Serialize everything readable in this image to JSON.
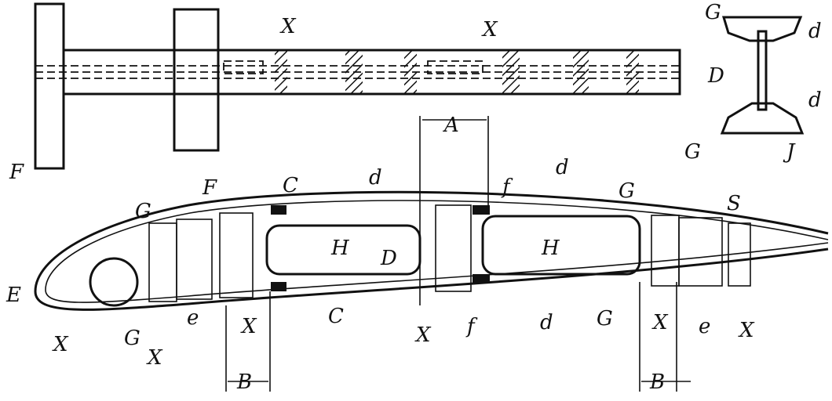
{
  "figure": {
    "labels": [
      "X",
      "X",
      "G",
      "d",
      "D",
      "d",
      "G",
      "J",
      "F",
      "F",
      "G",
      "C",
      "d",
      "f",
      "d",
      "G",
      "S",
      "H",
      "D",
      "H",
      "E",
      "X",
      "G",
      "X",
      "e",
      "X",
      "C",
      "X",
      "f",
      "d",
      "G",
      "X",
      "e",
      "X",
      "B",
      "B",
      "A"
    ]
  }
}
